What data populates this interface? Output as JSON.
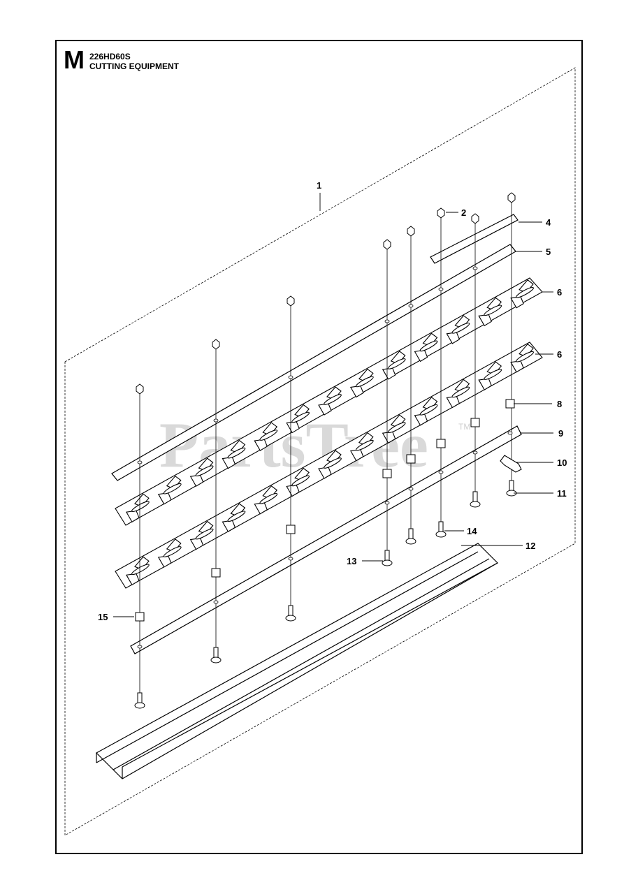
{
  "header": {
    "section_letter": "M",
    "model": "226HD60S",
    "title": "CUTTING EQUIPMENT"
  },
  "watermark": {
    "text": "PartsTree",
    "tm": "TM"
  },
  "callouts": [
    "1",
    "2",
    "4",
    "5",
    "6",
    "6",
    "8",
    "9",
    "10",
    "11",
    "12",
    "13",
    "14",
    "15"
  ],
  "colors": {
    "line": "#000000",
    "watermark": "#d9d9d9"
  }
}
